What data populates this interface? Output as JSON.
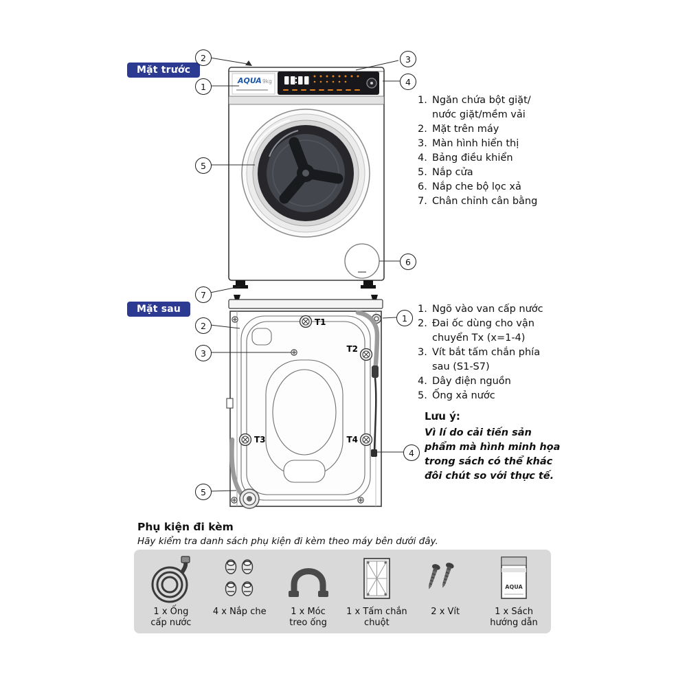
{
  "front": {
    "section_label": "Mặt trước",
    "brand": "AQUA",
    "capacity": "9kg",
    "callout_numbers": [
      "1",
      "2",
      "3",
      "4",
      "5",
      "6",
      "7"
    ],
    "items": [
      {
        "num": "1.",
        "text": "Ngăn chứa bột giặt/ nước giặt/mềm vải"
      },
      {
        "num": "2.",
        "text": "Mặt trên máy"
      },
      {
        "num": "3.",
        "text": "Màn hình hiển thị"
      },
      {
        "num": "4.",
        "text": "Bảng điều khiển"
      },
      {
        "num": "5.",
        "text": "Nắp cửa"
      },
      {
        "num": "6.",
        "text": "Nắp che bộ lọc xả"
      },
      {
        "num": "7.",
        "text": "Chân chỉnh cân bằng"
      }
    ]
  },
  "back": {
    "section_label": "Mặt sau",
    "callout_numbers": [
      "1",
      "2",
      "3",
      "4",
      "5"
    ],
    "bolt_labels": [
      "T1",
      "T2",
      "T3",
      "T4"
    ],
    "items": [
      {
        "num": "1.",
        "text": "Ngõ vào van cấp nước"
      },
      {
        "num": "2.",
        "text": "Đai ốc dùng cho vận chuyển Tx (x=1-4)"
      },
      {
        "num": "3.",
        "text": "Vít bắt tấm chắn phía sau (S1-S7)"
      },
      {
        "num": "4.",
        "text": "Dây điện nguồn"
      },
      {
        "num": "5.",
        "text": "Ống xả nước"
      }
    ],
    "note": {
      "title": "Lưu ý:",
      "text": "Vì lí do cải tiến sản phẩm mà hình minh họa trong sách có thể khác đôi chút so với thực tế."
    }
  },
  "accessories": {
    "title": "Phụ kiện đi kèm",
    "subtitle": "Hãy kiểm tra danh sách phụ kiện đi kèm theo máy bên dưới đây.",
    "book_brand": "AQUA",
    "items": [
      {
        "label": "1 x Ống cấp nước"
      },
      {
        "label": "4 x Nắp che"
      },
      {
        "label": "1 x Móc treo ống"
      },
      {
        "label": "1 x Tấm chắn chuột"
      },
      {
        "label": "2 x Vít"
      },
      {
        "label": "1 x Sách hướng dẫn"
      }
    ]
  },
  "colors": {
    "badge_bg": "#2c3a92",
    "brand_blue": "#1b57ad",
    "accent_orange": "#e5821e",
    "panel_dark": "#17171c",
    "accessory_box_gray": "#d9d9d9"
  }
}
